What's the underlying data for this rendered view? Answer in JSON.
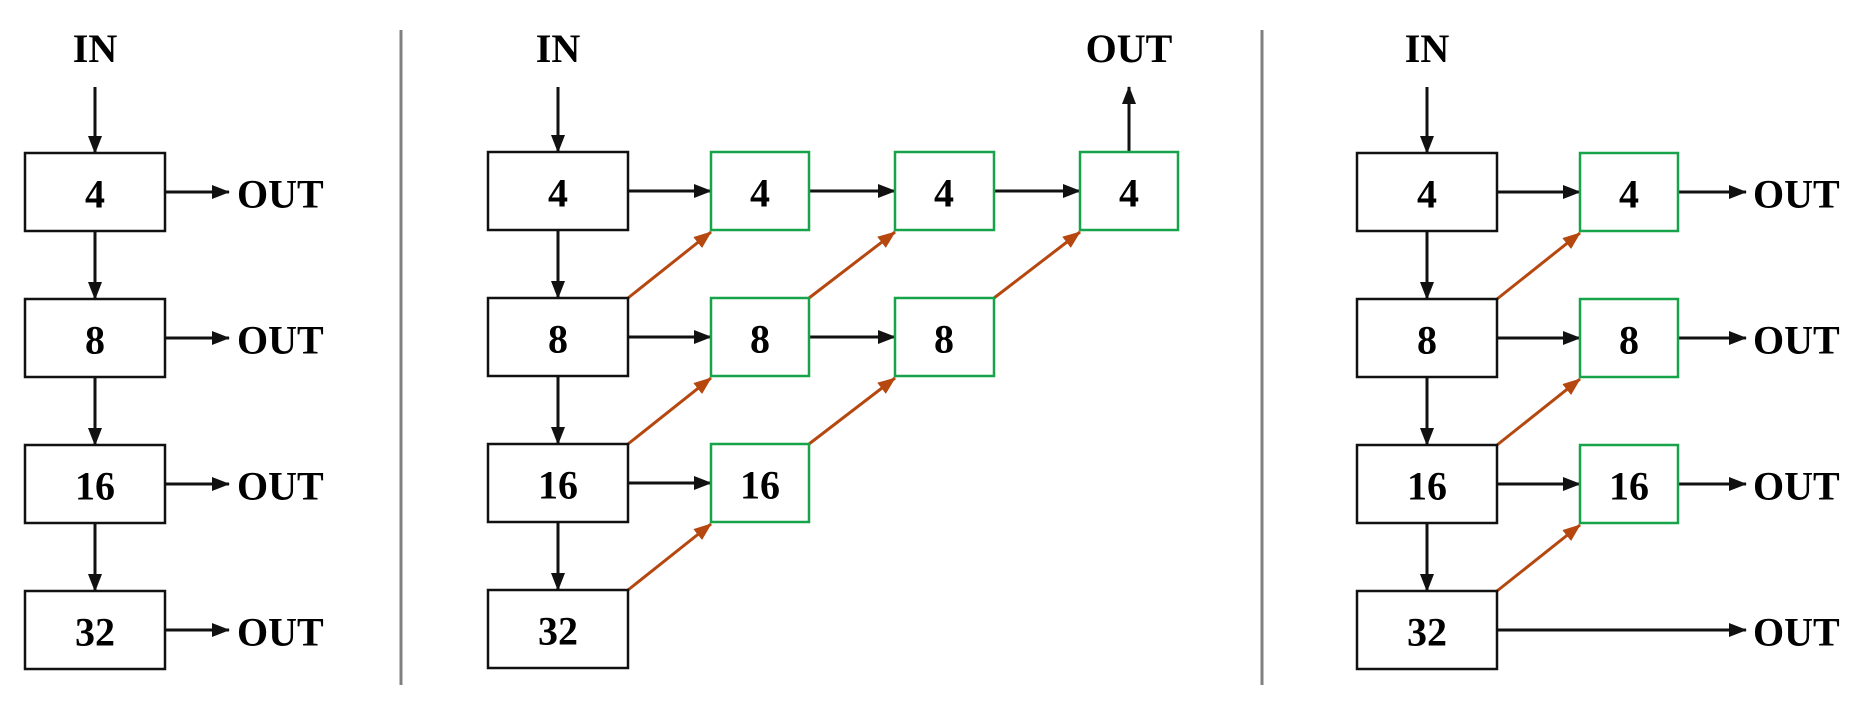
{
  "colors": {
    "black_box": "#111111",
    "green_box": "#16a34a",
    "black_arrow": "#111111",
    "orange_arrow": "#b5470f",
    "divider": "#808080"
  },
  "panels": [
    {
      "in_label": "IN",
      "backbone": [
        "4",
        "8",
        "16",
        "32"
      ],
      "outputs": [
        "OUT",
        "OUT",
        "OUT",
        "OUT"
      ]
    },
    {
      "in_label": "IN",
      "backbone": [
        "4",
        "8",
        "16",
        "32"
      ],
      "green_nodes": [
        [
          "4",
          "4",
          "4"
        ],
        [
          "8",
          "8"
        ],
        [
          "16"
        ]
      ],
      "outputs": [
        "OUT"
      ]
    },
    {
      "in_label": "IN",
      "backbone": [
        "4",
        "8",
        "16",
        "32"
      ],
      "green_nodes": [
        "4",
        "8",
        "16"
      ],
      "outputs": [
        "OUT",
        "OUT",
        "OUT",
        "OUT"
      ]
    }
  ]
}
